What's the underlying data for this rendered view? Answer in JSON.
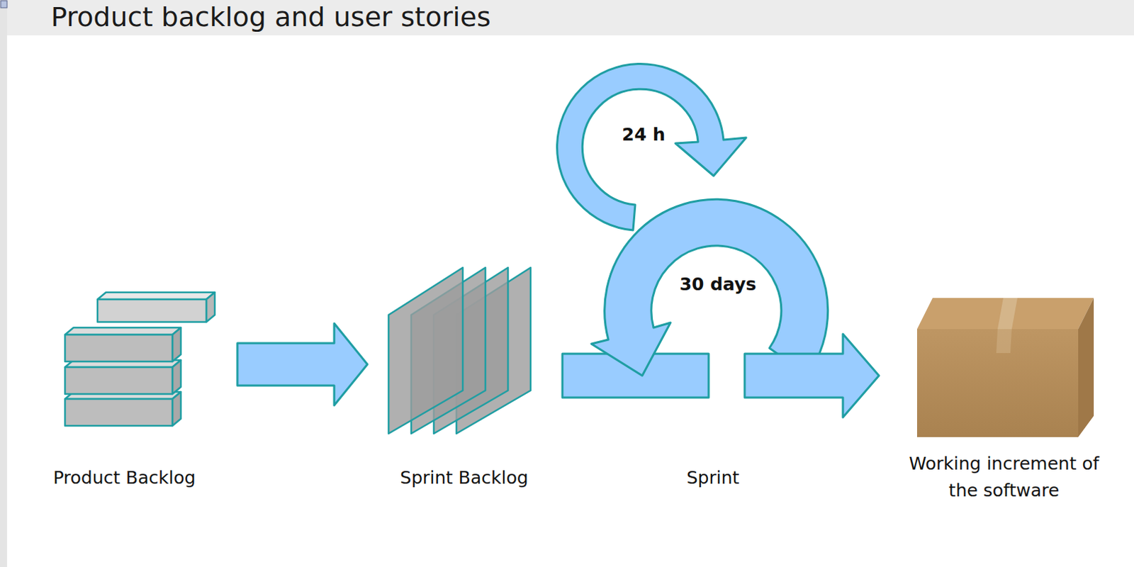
{
  "diagram": {
    "title": "Product backlog and user stories",
    "nodes": [
      {
        "text": [
          "Product Backlog"
        ]
      },
      {
        "text": [
          "Sprint Backlog"
        ]
      },
      {
        "text": [
          "Sprint"
        ]
      },
      {
        "text": [
          "Working increment of the software"
        ]
      }
    ],
    "edges": [
      {
        "from": 0,
        "to": 1,
        "arrow": "to"
      },
      {
        "from": 1,
        "to": 2,
        "arrow": "none"
      },
      {
        "from": 2,
        "to": 3,
        "arrow": "to"
      }
    ],
    "labels": [
      "24 h",
      "30 days"
    ]
  }
}
